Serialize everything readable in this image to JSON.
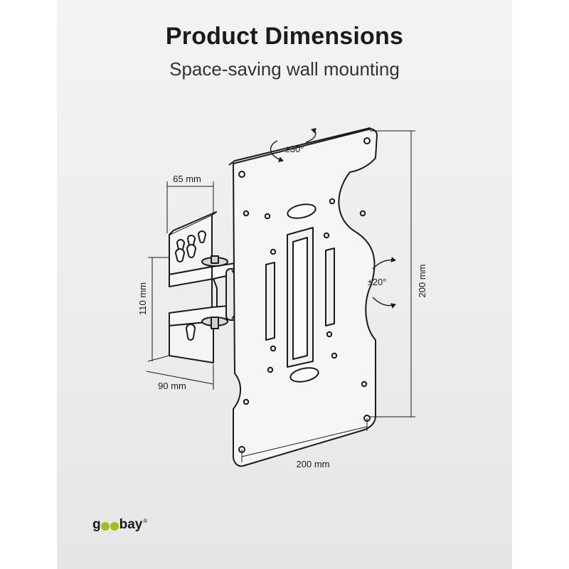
{
  "header": {
    "title": "Product Dimensions",
    "subtitle": "Space-saving wall mounting"
  },
  "dimensions": {
    "bracket_width": "65 mm",
    "bracket_height": "110 mm",
    "bracket_depth": "90 mm",
    "plate_height": "200 mm",
    "plate_width": "200 mm"
  },
  "rotations": {
    "rotate": "±30°",
    "tilt": "±20°"
  },
  "brand": {
    "logo_text": "goobay",
    "accent_color": "#9bc31c"
  },
  "colors": {
    "background": "#ffffff",
    "panel": "#eeeeee",
    "line": "#1a1a1a"
  }
}
